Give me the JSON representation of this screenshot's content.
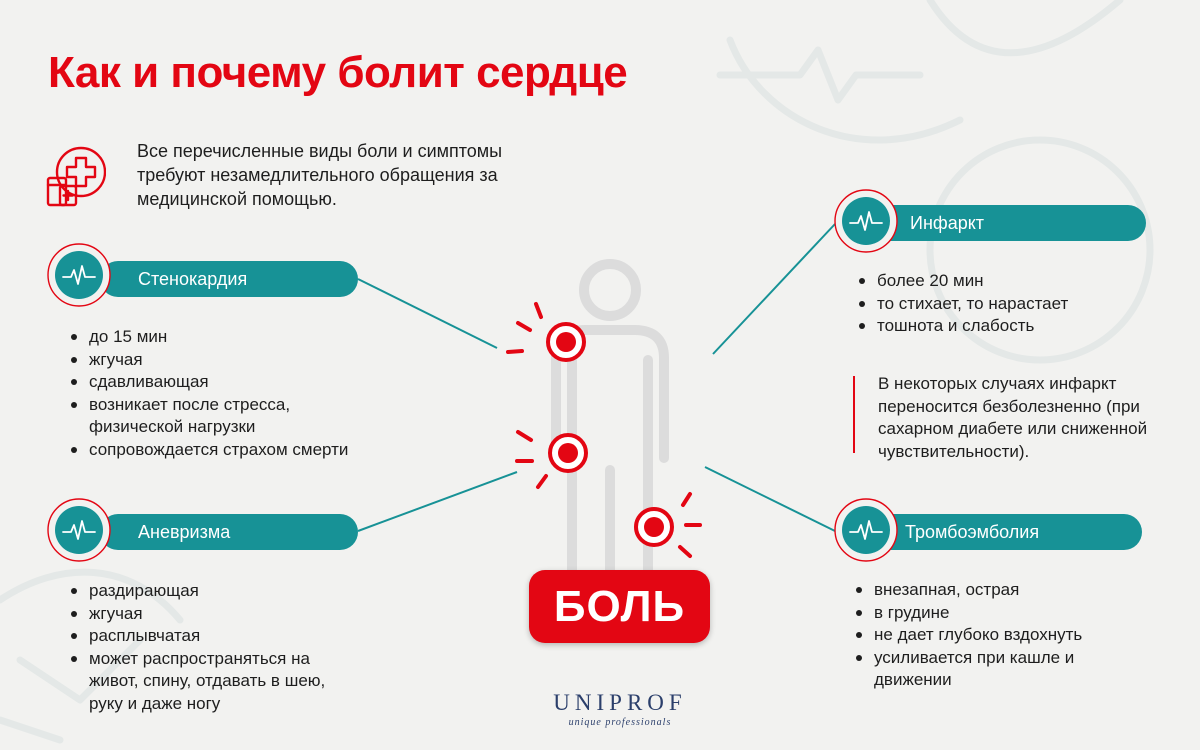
{
  "title": "Как и почему болит сердце",
  "intro": {
    "icon": "medical-cross-icon",
    "lines": [
      "Все перечисленные виды боли и симптомы",
      "требуют незамедлительного обращения за",
      "медицинской помощью."
    ]
  },
  "conditions": {
    "stenocardia": {
      "label": "Стенокардия",
      "icon": "heartbeat-pulse-icon",
      "items": [
        "до 15 мин",
        "жгучая",
        "сдавливающая",
        "возникает после стресса, физической нагрузки",
        "сопровождается страхом смерти"
      ],
      "item_lines": [
        [
          "до 15 мин"
        ],
        [
          "жгучая"
        ],
        [
          "сдавливающая"
        ],
        [
          "возникает после стресса,",
          "физической нагрузки"
        ],
        [
          "сопровождается страхом смерти"
        ]
      ]
    },
    "aneurysm": {
      "label": "Аневризма",
      "icon": "heartbeat-pulse-icon",
      "items": [
        "раздирающая",
        "жгучая",
        "расплывчатая",
        "может распространяться на живот, спину, отдавать в шею, руку и даже ногу"
      ],
      "item_lines": [
        [
          "раздирающая"
        ],
        [
          "жгучая"
        ],
        [
          "расплывчатая"
        ],
        [
          "может распространяться на",
          "живот, спину, отдавать в шею,",
          "руку и даже ногу"
        ]
      ]
    },
    "infarction": {
      "label": "Инфаркт",
      "icon": "heartbeat-pulse-icon",
      "items": [
        "более 20 мин",
        "то стихает, то нарастает",
        "тошнота и слабость"
      ],
      "item_lines": [
        [
          "более 20 мин"
        ],
        [
          "то стихает, то нарастает"
        ],
        [
          "тошнота и слабость"
        ]
      ],
      "note_lines": [
        "В некоторых случаях инфаркт",
        "переносится безболезненно (при",
        "сахарном диабете или сниженной",
        "чувствительности)."
      ]
    },
    "thromboembolism": {
      "label": "Тромбоэмболия",
      "icon": "heartbeat-pulse-icon",
      "items": [
        "внезапная, острая",
        "в грудине",
        "не дает глубоко вздохнуть",
        "усиливается при кашле и движении"
      ],
      "item_lines": [
        [
          "внезапная, острая"
        ],
        [
          "в грудине"
        ],
        [
          "не дает глубоко вздохнуть"
        ],
        [
          "усиливается при кашле и",
          "движении"
        ]
      ]
    }
  },
  "center": {
    "figure_icon": "human-body-silhouette-icon",
    "pain_marker_icon": "pain-point-icon",
    "badge_label": "БОЛЬ"
  },
  "logo": {
    "name": "UNIPROF",
    "tagline": "unique professionals"
  },
  "colors": {
    "accent_red": "#e30613",
    "teal": "#179296",
    "background": "#f2f2f0",
    "text": "#1e1e1e",
    "logo_navy": "#2b3f6b"
  }
}
